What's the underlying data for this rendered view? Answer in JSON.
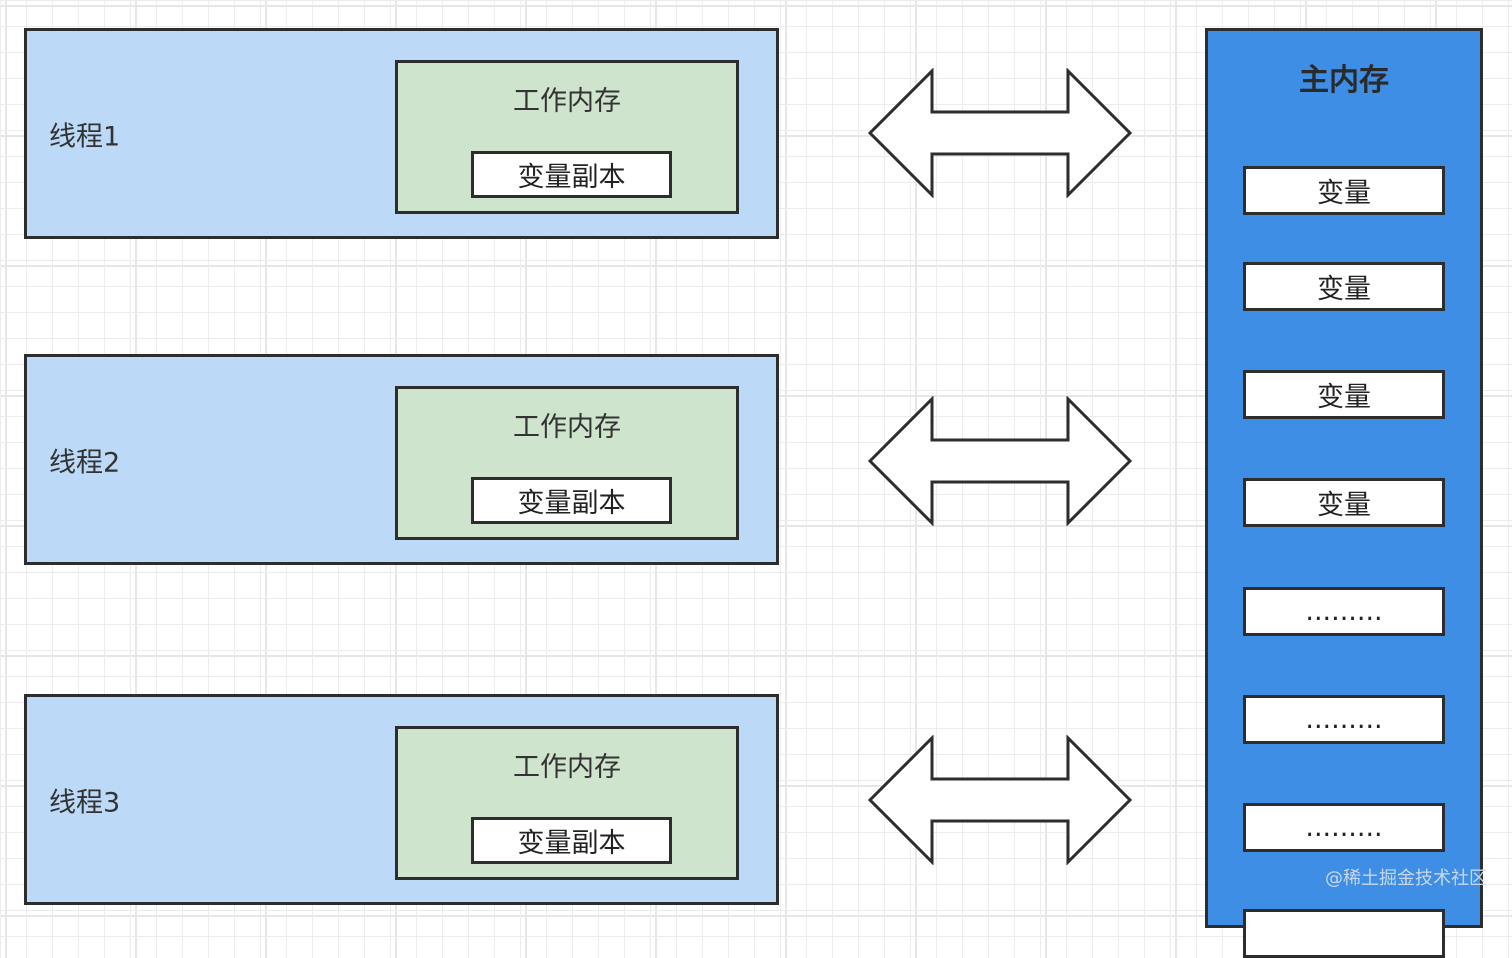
{
  "colors": {
    "thread_fill": "#bcdaf7",
    "work_mem_fill": "#cfe4cc",
    "main_mem_fill": "#3e8ee6",
    "stroke": "#2d2d2d"
  },
  "threads": [
    {
      "label": "线程1",
      "work_mem_title": "工作内存",
      "var_copy": "变量副本"
    },
    {
      "label": "线程2",
      "work_mem_title": "工作内存",
      "var_copy": "变量副本"
    },
    {
      "label": "线程3",
      "work_mem_title": "工作内存",
      "var_copy": "变量副本"
    }
  ],
  "arrows": [
    {
      "icon": "double-arrow-icon"
    },
    {
      "icon": "double-arrow-icon"
    },
    {
      "icon": "double-arrow-icon"
    }
  ],
  "main_memory": {
    "title": "主内存",
    "slots": [
      "变量",
      "变量",
      "变量",
      "变量",
      ".........",
      ".........",
      "........."
    ]
  },
  "watermark": "@稀土掘金技术社区"
}
